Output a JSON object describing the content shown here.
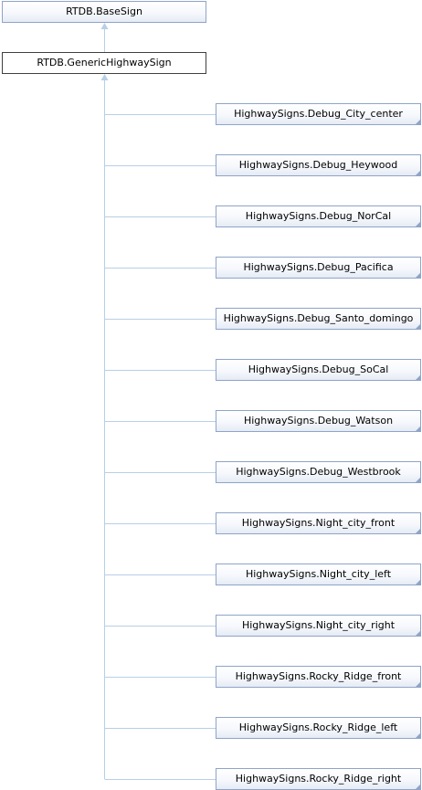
{
  "diagram": {
    "base_class": "RTDB.BaseSign",
    "current_class": "RTDB.GenericHighwaySign",
    "derived_classes": [
      "HighwaySigns.Debug_City_center",
      "HighwaySigns.Debug_Heywood",
      "HighwaySigns.Debug_NorCal",
      "HighwaySigns.Debug_Pacifica",
      "HighwaySigns.Debug_Santo_domingo",
      "HighwaySigns.Debug_SoCal",
      "HighwaySigns.Debug_Watson",
      "HighwaySigns.Debug_Westbrook",
      "HighwaySigns.Night_city_front",
      "HighwaySigns.Night_city_left",
      "HighwaySigns.Night_city_right",
      "HighwaySigns.Rocky_Ridge_front",
      "HighwaySigns.Rocky_Ridge_left",
      "HighwaySigns.Rocky_Ridge_right"
    ],
    "colors": {
      "edge": "#b8cfe6",
      "node_border": "#8fa4c8",
      "current_border": "#404040"
    }
  }
}
